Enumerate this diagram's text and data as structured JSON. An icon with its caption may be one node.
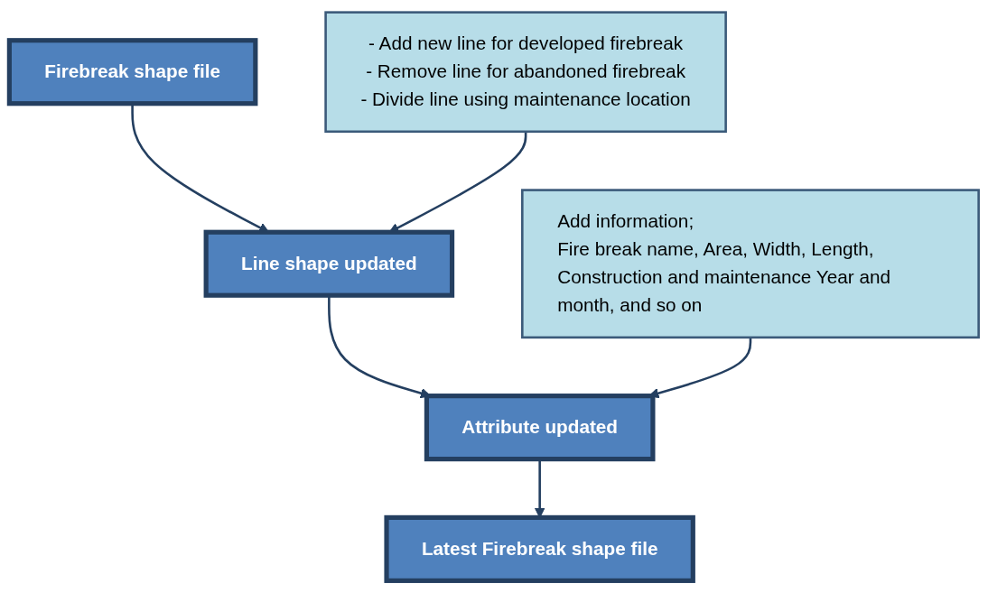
{
  "diagram": {
    "nodes": [
      {
        "text": [
          "Firebreak shape file"
        ]
      },
      {
        "text": [
          "Line shape updated"
        ]
      },
      {
        "text": [
          "Attribute updated"
        ]
      },
      {
        "text": [
          "Latest Firebreak shape file"
        ]
      },
      {
        "text": [
          "- Add new line for developed firebreak",
          "- Remove line for abandoned firebreak",
          "- Divide line using maintenance location"
        ]
      },
      {
        "text": [
          "Add information;",
          "Fire break name, Area, Width, Length, Construction and maintenance Year and month, and so on"
        ]
      }
    ],
    "edges": [
      {
        "from": 0,
        "to": 1,
        "arrow": "to"
      },
      {
        "from": 4,
        "to": 1,
        "arrow": "to"
      },
      {
        "from": 1,
        "to": 2,
        "arrow": "to"
      },
      {
        "from": 5,
        "to": 2,
        "arrow": "to"
      },
      {
        "from": 2,
        "to": 3,
        "arrow": "to"
      }
    ]
  }
}
